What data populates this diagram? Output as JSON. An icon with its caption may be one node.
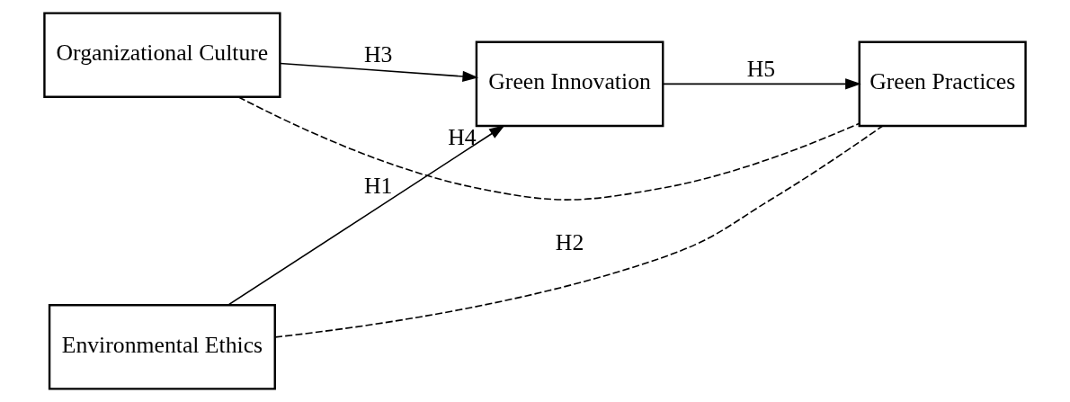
{
  "diagram": {
    "nodes": [
      {
        "text": [
          "Organizational Culture"
        ]
      },
      {
        "text": [
          "Environmental Ethics"
        ]
      },
      {
        "text": [
          "Green Innovation"
        ],
        "beside": [
          "H4"
        ]
      },
      {
        "text": [
          "Green Practices"
        ]
      }
    ],
    "edges": [
      {
        "from": 0,
        "to": 2,
        "arrow": "to",
        "label": "H3"
      },
      {
        "from": 1,
        "to": 2,
        "arrow": "to",
        "label": "H1"
      },
      {
        "from": 2,
        "to": 3,
        "arrow": "to",
        "label": "H5"
      },
      {
        "from": 0,
        "to": 3,
        "arrow": "none",
        "style": "dashed"
      },
      {
        "from": 1,
        "to": 3,
        "arrow": "none",
        "style": "dashed",
        "label": "H2"
      }
    ]
  }
}
